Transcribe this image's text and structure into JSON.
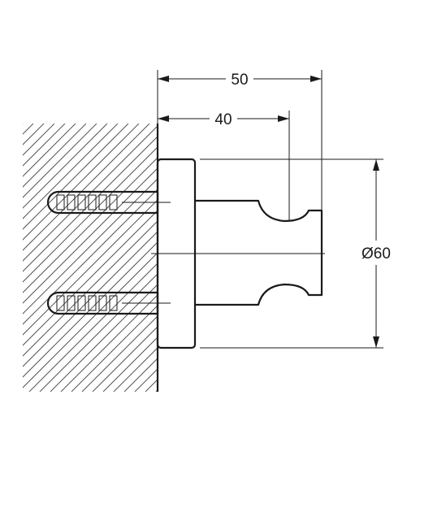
{
  "dimensions": {
    "overall_depth": "50",
    "body_depth": "40",
    "flange_diameter": "Ø60"
  },
  "colors": {
    "line": "#1a1a1a",
    "hatch": "#555555",
    "background": "#ffffff"
  }
}
